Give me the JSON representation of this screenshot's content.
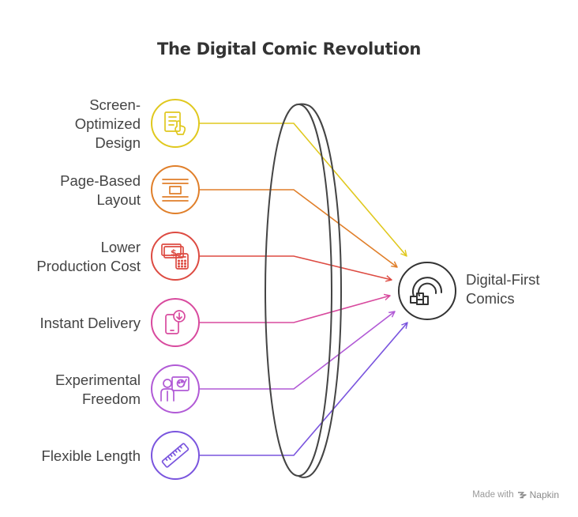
{
  "title": "The Digital Comic Revolution",
  "inputs": [
    {
      "label": "Screen-\nOptimized\nDesign",
      "color": "#E0C81E",
      "icon": "tablet-touch-icon"
    },
    {
      "label": "Page-Based\nLayout",
      "color": "#E07F2A",
      "icon": "page-layout-icon"
    },
    {
      "label": "Lower\nProduction Cost",
      "color": "#DD4B42",
      "icon": "money-calculator-icon"
    },
    {
      "label": "Instant Delivery",
      "color": "#D84A9E",
      "icon": "phone-download-icon"
    },
    {
      "label": "Experimental\nFreedom",
      "color": "#B15AD6",
      "icon": "artist-palette-icon"
    },
    {
      "label": "Flexible Length",
      "color": "#7A55DE",
      "icon": "ruler-icon"
    }
  ],
  "output": {
    "line1": "Digital-First",
    "line2": "Comics",
    "icon": "digital-comic-icon",
    "color": "#333333"
  },
  "footer": {
    "made_with": "Made with",
    "brand": "Napkin"
  }
}
